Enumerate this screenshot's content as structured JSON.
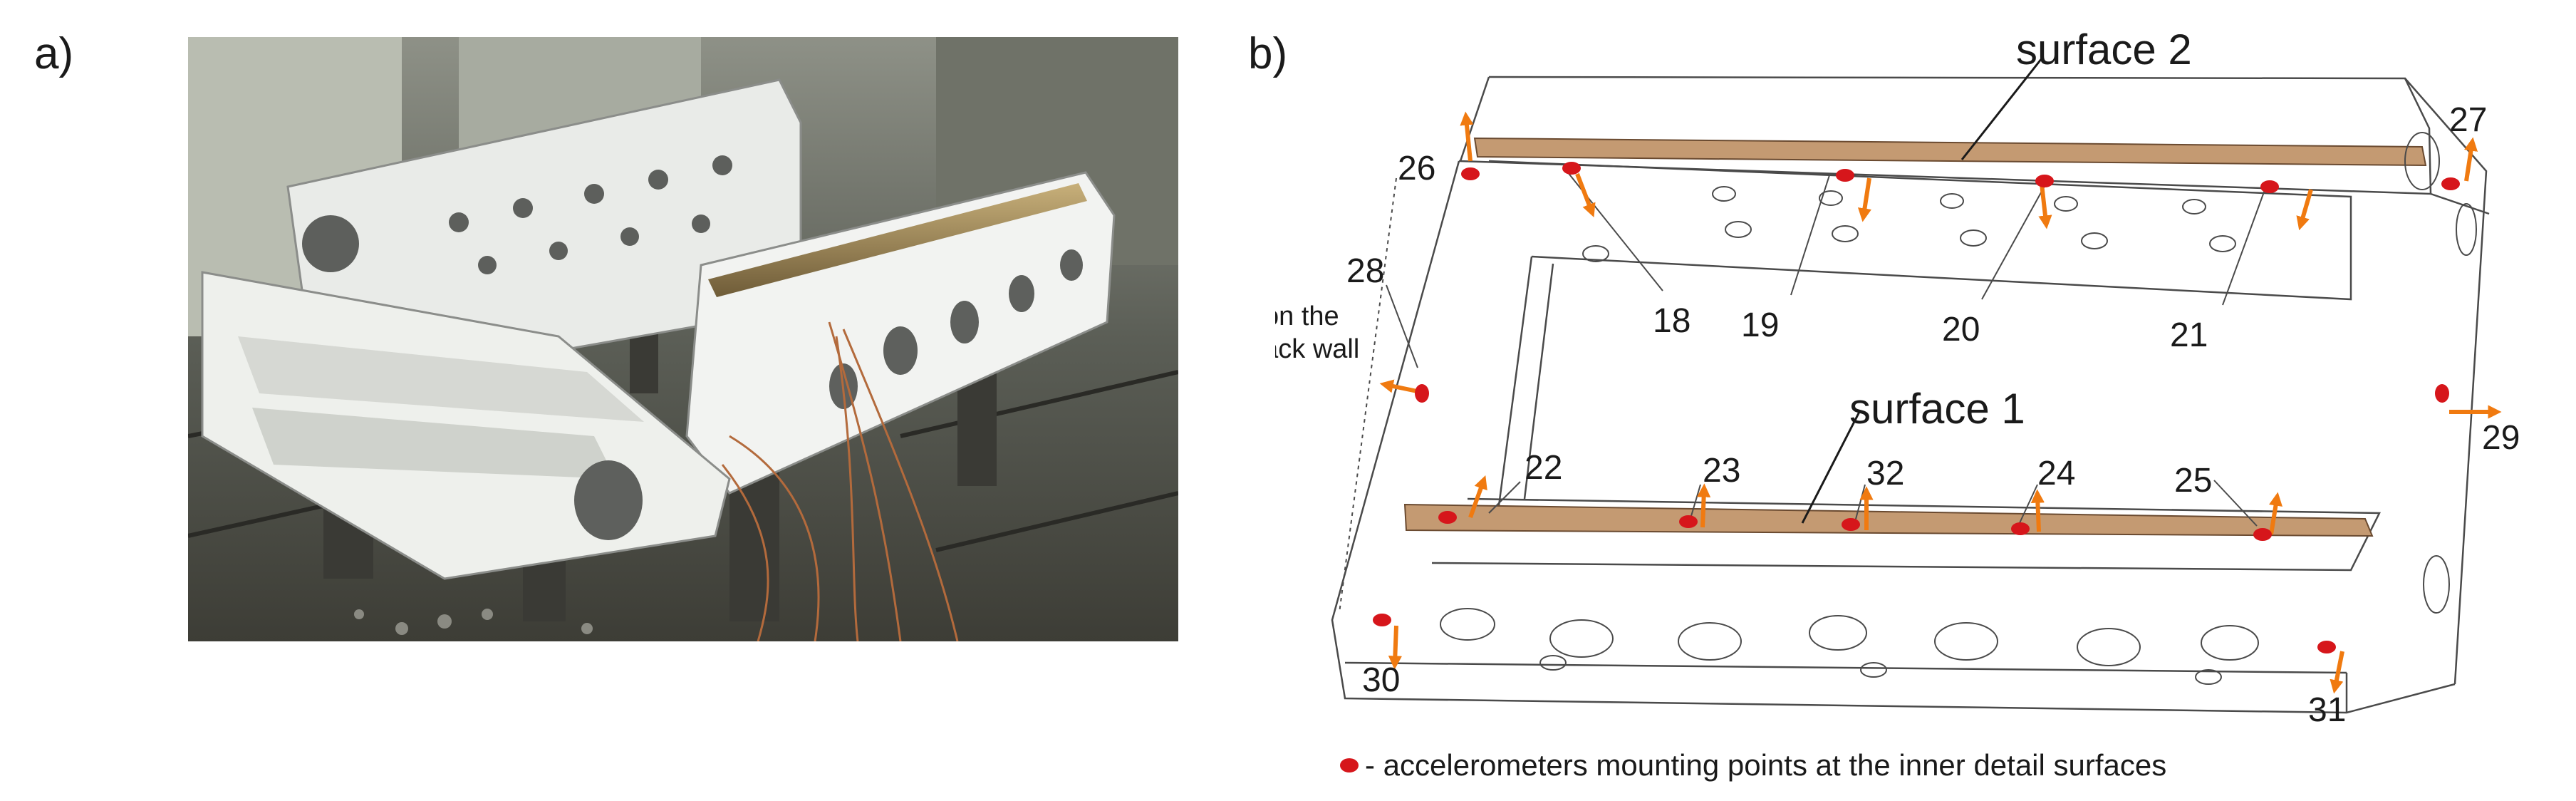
{
  "panel_a": {
    "label": "a)"
  },
  "panel_b": {
    "label": "b)",
    "surface_labels": [
      "surface 2",
      "surface 1"
    ],
    "back_wall_note": [
      "on the",
      "back wall"
    ],
    "points": [
      "18",
      "19",
      "20",
      "21",
      "22",
      "23",
      "24",
      "25",
      "26",
      "27",
      "28",
      "29",
      "30",
      "31",
      "32"
    ],
    "legend": "- accelerometers mounting points at the inner detail surfaces"
  },
  "colors": {
    "marker": "#d6161b",
    "arrow": "#f07a10",
    "guide": "#c49a72",
    "outline": "#4a4a4a"
  }
}
